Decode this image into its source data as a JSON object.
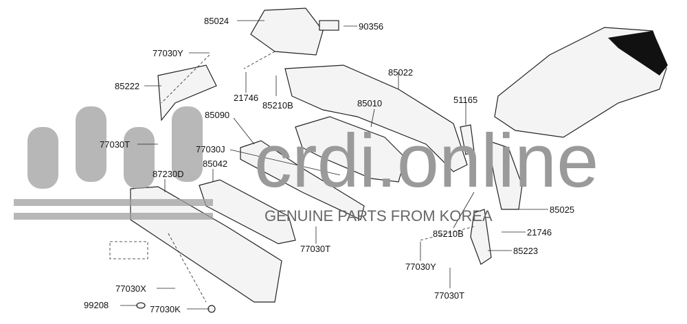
{
  "watermark": {
    "site": "crdi.online",
    "tagline": "GENUINE PARTS FROM KOREA"
  },
  "labels": {
    "p85024": "85024",
    "p90356": "90356",
    "p77030Y_a": "77030Y",
    "p85222": "85222",
    "p21746_a": "21746",
    "p85210B_a": "85210B",
    "p85022": "85022",
    "p51165": "51165",
    "p85090": "85090",
    "p85010": "85010",
    "p77030T_a": "77030T",
    "p77030J": "77030J",
    "p85042": "85042",
    "p87230D": "87230D",
    "p85025": "85025",
    "p85210B_b": "85210B",
    "p21746_b": "21746",
    "p85223": "85223",
    "p77030T_b": "77030T",
    "p77030Y_b": "77030Y",
    "p77030T_c": "77030T",
    "p77030X": "77030X",
    "p99208": "99208",
    "p77030K": "77030K"
  }
}
